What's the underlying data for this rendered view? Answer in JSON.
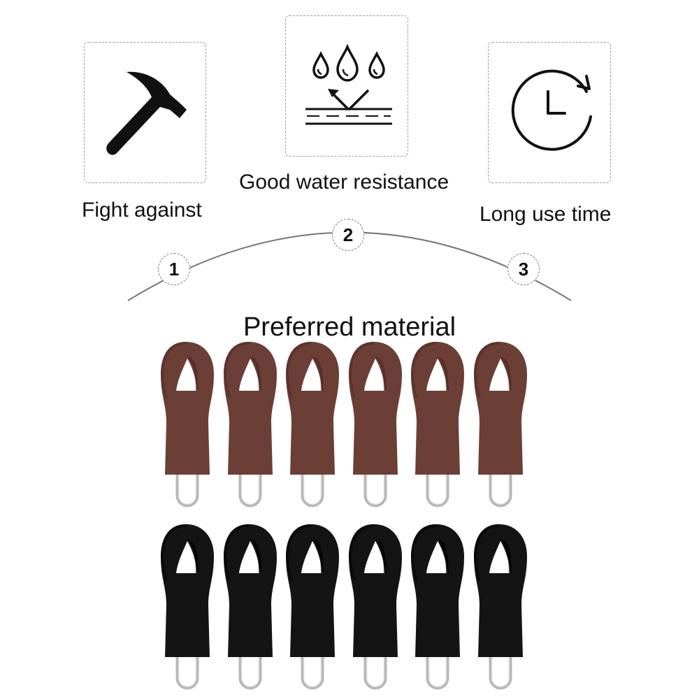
{
  "features": [
    {
      "id": "1",
      "label": "Fight against",
      "icon": "hammer-icon"
    },
    {
      "id": "2",
      "label": "Good water resistance",
      "icon": "water-drops-icon"
    },
    {
      "id": "3",
      "label": "Long use time",
      "icon": "clock-refresh-icon"
    }
  ],
  "title": "Preferred material",
  "product": {
    "name": "zipper-pull",
    "rows": [
      {
        "color_name": "brown",
        "body": "#6b3f36",
        "body_dark": "#4e2a23",
        "count": 6
      },
      {
        "color_name": "black",
        "body": "#141414",
        "body_dark": "#000000",
        "count": 6
      }
    ],
    "ring_color": "#b8b8b8"
  }
}
